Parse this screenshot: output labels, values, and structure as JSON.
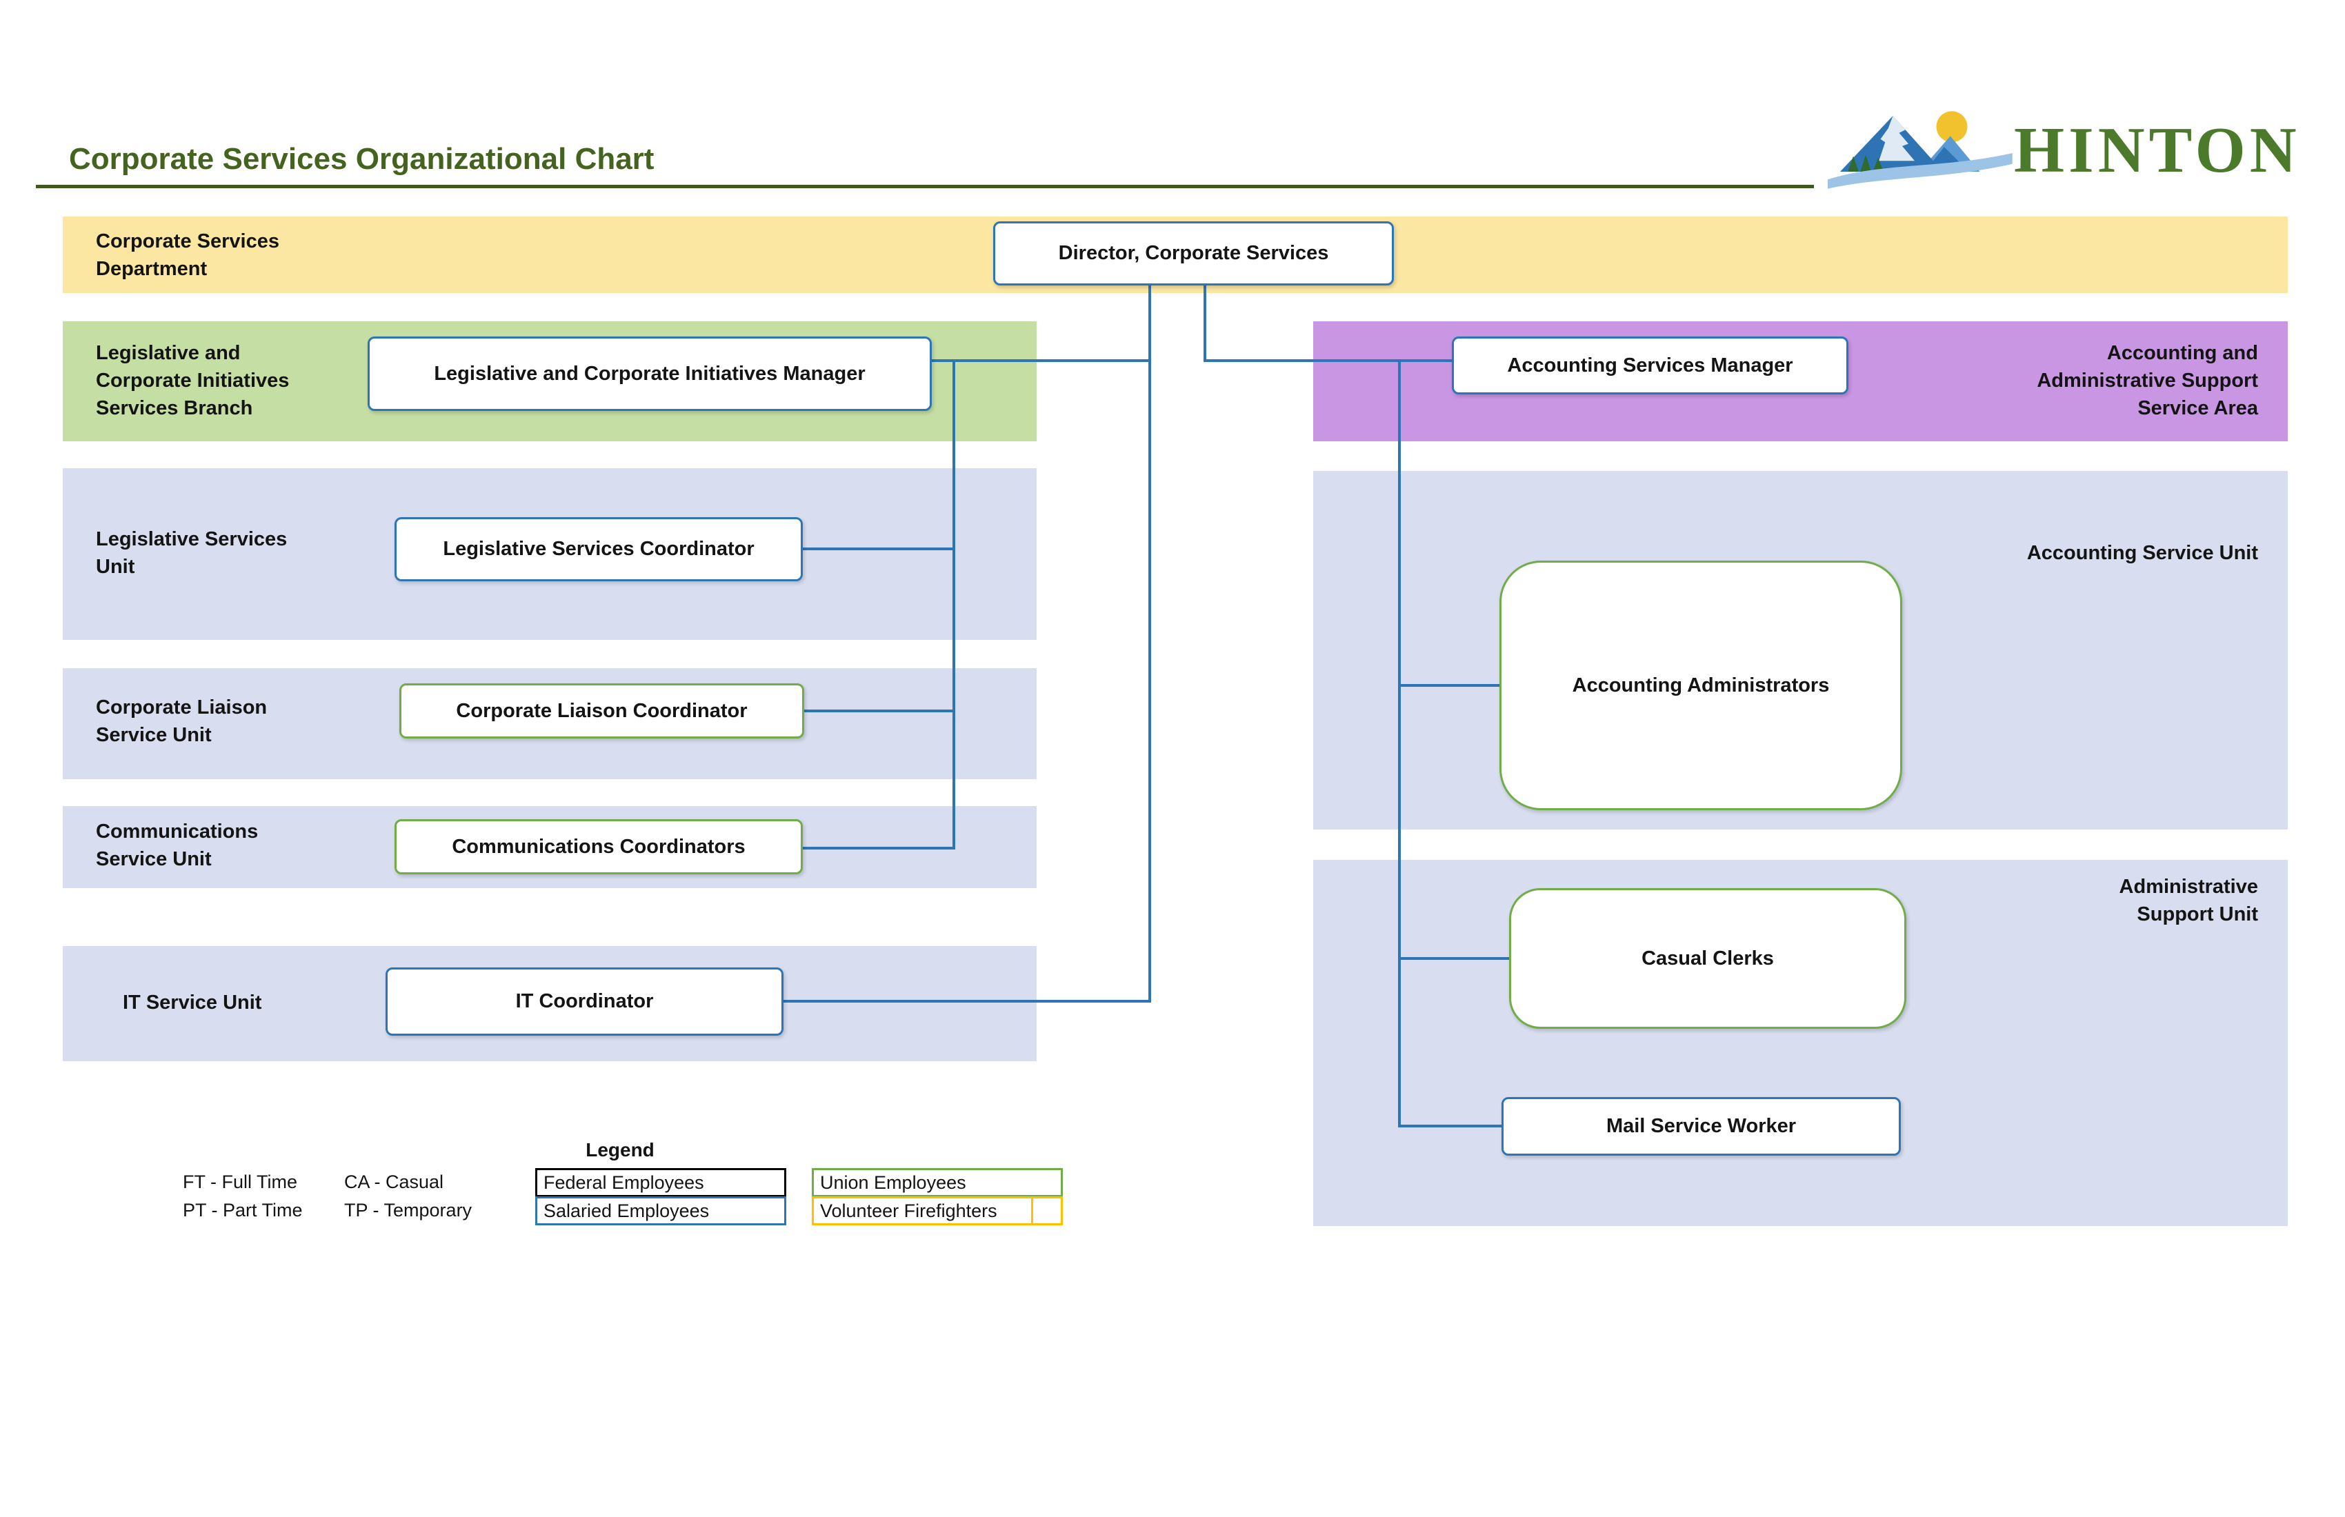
{
  "title": "Corporate Services Organizational Chart",
  "logo": {
    "text": "HINTON",
    "icon": "mountain-sun-logo"
  },
  "bands": {
    "department": {
      "label": "Corporate Services\nDepartment",
      "color": "#FBE7A1"
    },
    "legislative_branch": {
      "label": "Legislative and\nCorporate Initiatives\nServices Branch",
      "color": "#C5DEA4"
    },
    "legislative_unit": {
      "label": "Legislative Services\nUnit",
      "color": "#D8DEF0"
    },
    "corporate_liaison_unit": {
      "label": "Corporate Liaison\nService Unit",
      "color": "#D8DEF0"
    },
    "communications_unit": {
      "label": "Communications\nService Unit",
      "color": "#D8DEF0"
    },
    "it_unit": {
      "label": "IT Service Unit",
      "color": "#D8DEF0"
    },
    "accounting_area": {
      "label": "Accounting and\nAdministrative Support\nService Area",
      "color": "#C996E4"
    },
    "accounting_unit": {
      "label": "Accounting Service Unit",
      "color": "#D8DEF0"
    },
    "admin_support_unit": {
      "label": "Administrative\nSupport Unit",
      "color": "#D8DEF0"
    }
  },
  "positions": {
    "director": "Director, Corporate Services",
    "legislative_manager": "Legislative and Corporate Initiatives Manager",
    "legislative_coordinator": "Legislative Services Coordinator",
    "corporate_liaison_coordinator": "Corporate Liaison Coordinator",
    "communications_coordinators": "Communications Coordinators",
    "it_coordinator": "IT Coordinator",
    "accounting_manager": "Accounting Services Manager",
    "accounting_administrators": "Accounting Administrators",
    "casual_clerks": "Casual Clerks",
    "mail_service_worker": "Mail Service Worker"
  },
  "legend": {
    "heading": "Legend",
    "abbreviations": [
      {
        "label": "FT - Full Time"
      },
      {
        "label": "CA - Casual"
      },
      {
        "label": "PT - Part Time"
      },
      {
        "label": "TP - Temporary"
      }
    ],
    "categories": [
      {
        "label": "Federal Employees",
        "border_color": "#000000"
      },
      {
        "label": "Union Employees",
        "border_color": "#70AD47"
      },
      {
        "label": "Salaried Employees",
        "border_color": "#2E75B6"
      },
      {
        "label": "Volunteer Firefighters",
        "border_color": "#FFC000"
      }
    ]
  },
  "colors": {
    "title_green": "#44631E",
    "connector_blue": "#2E75B6",
    "node_border_blue": "#2E75B6",
    "node_border_green": "#70AD47",
    "band_yellow": "#FBE7A1",
    "band_green": "#C5DEA4",
    "band_lavender": "#D8DEF0",
    "band_purple": "#C996E4"
  },
  "hierarchy": {
    "root": "Director, Corporate Services",
    "reports": [
      {
        "role": "Legislative and Corporate Initiatives Manager",
        "reports": [
          "Legislative Services Coordinator",
          "Corporate Liaison Coordinator",
          "Communications Coordinators"
        ]
      },
      {
        "role": "IT Coordinator",
        "reports": []
      },
      {
        "role": "Accounting Services Manager",
        "reports": [
          "Accounting Administrators",
          "Casual Clerks",
          "Mail Service Worker"
        ]
      }
    ]
  }
}
